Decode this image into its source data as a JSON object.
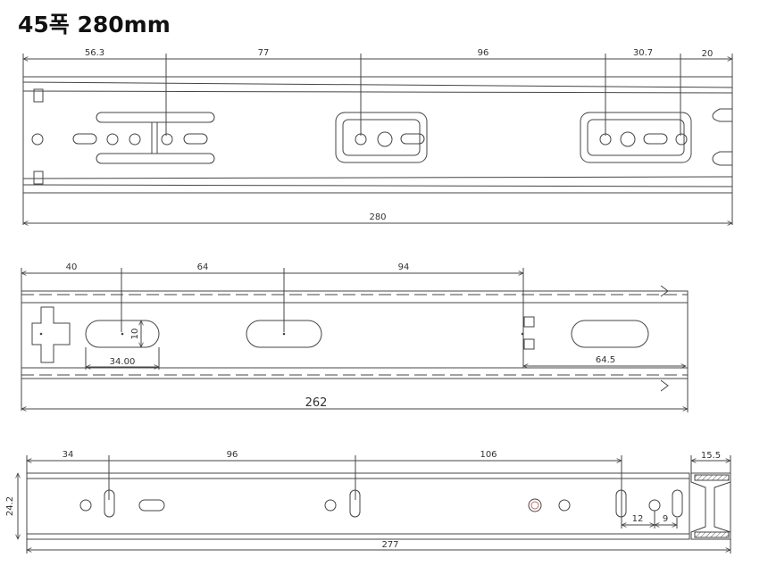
{
  "title": "45폭 280mm",
  "views": {
    "top": {
      "dims": [
        "56.3",
        "77",
        "96",
        "30.7",
        "20"
      ],
      "overall": "280"
    },
    "middle": {
      "dims": [
        "40",
        "64",
        "94"
      ],
      "slot_width": "34.00",
      "slot_height": "10",
      "tail": "64.5",
      "overall": "262"
    },
    "bottom": {
      "dims": [
        "34",
        "96",
        "106"
      ],
      "height": "24.2",
      "profile": "15.5",
      "small1": "12",
      "small2": "9",
      "overall": "277"
    }
  },
  "colors": {
    "line": "#444444",
    "text": "#333333",
    "accent_dot": "#cc6666"
  }
}
